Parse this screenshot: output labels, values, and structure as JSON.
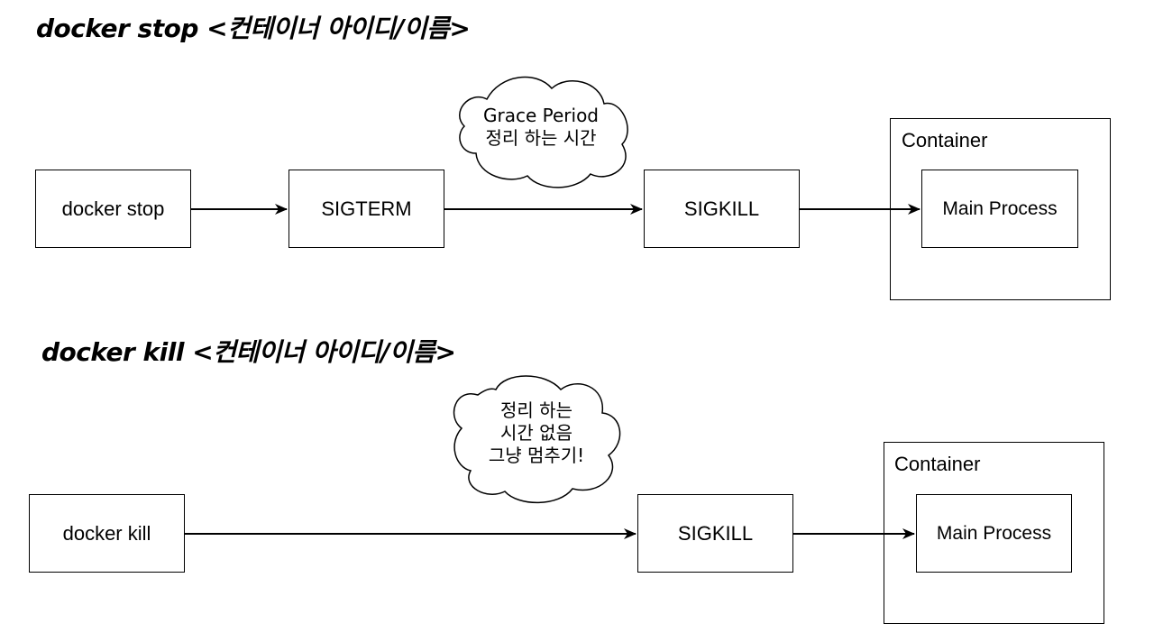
{
  "colors": {
    "background": "#ffffff",
    "stroke": "#000000",
    "text": "#000000"
  },
  "stop_section": {
    "heading": "docker stop <컨테이너 아이디/이름>",
    "nodes": {
      "command": "docker stop",
      "sigterm": "SIGTERM",
      "sigkill": "SIGKILL"
    },
    "cloud_lines": [
      "Grace Period",
      "정리 하는 시간"
    ],
    "container": {
      "label": "Container",
      "process": "Main Process"
    }
  },
  "kill_section": {
    "heading": "docker kill <컨테이너 아이디/이름>",
    "nodes": {
      "command": "docker kill",
      "sigkill": "SIGKILL"
    },
    "cloud_lines": [
      "정리 하는",
      "시간 없음",
      "그냥 멈추기!"
    ],
    "container": {
      "label": "Container",
      "process": "Main Process"
    }
  }
}
